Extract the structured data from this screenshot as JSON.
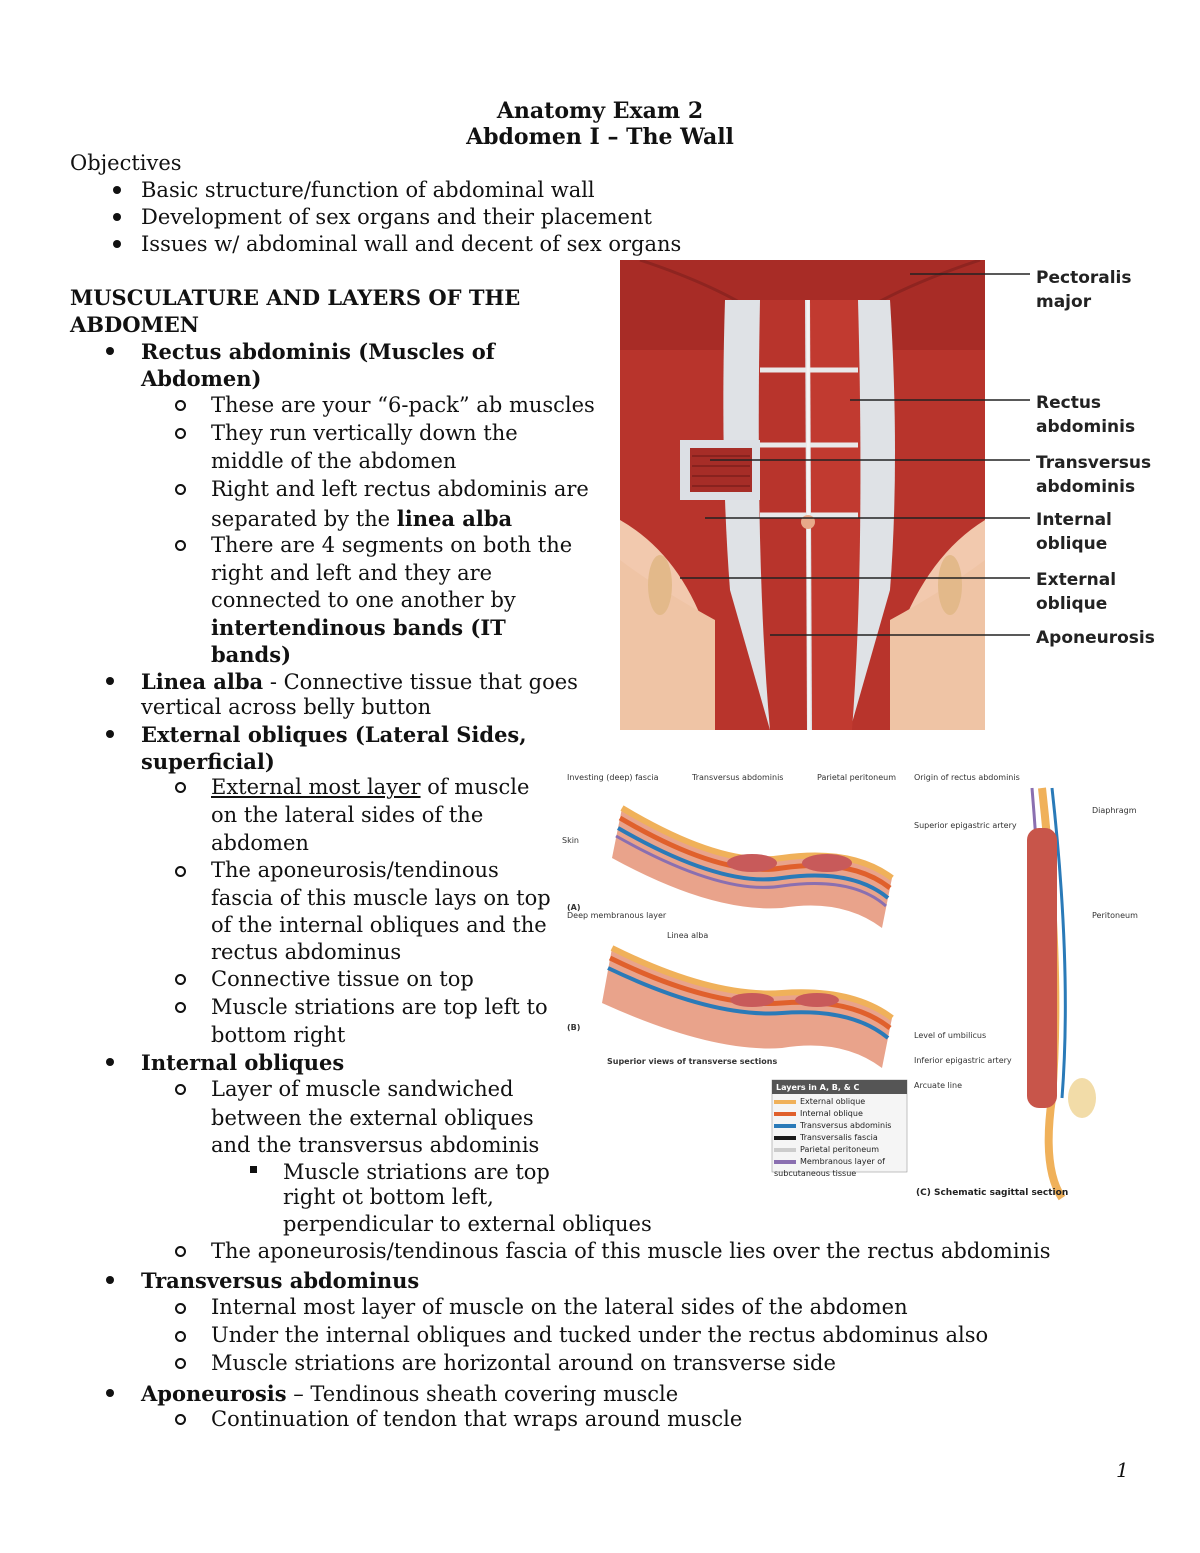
{
  "title": "Anatomy Exam 2",
  "subtitle": "Abdomen I – The Wall",
  "objectives": {
    "heading": "Objectives",
    "items": [
      "Basic structure/function of abdominal wall",
      "Development of sex organs and their placement",
      "Issues w/ abdominal wall and decent of sex organs"
    ]
  },
  "section": {
    "heading_line1": "MUSCULATURE AND LAYERS OF THE",
    "heading_line2": "ABDOMEN"
  },
  "rectus": {
    "title_l1": "Rectus abdominis (Muscles of",
    "title_l2": "Abdomen)",
    "s1": "These are your “6-pack” ab muscles",
    "s2_l1": "They run vertically down the",
    "s2_l2": "middle of the abdomen",
    "s3_l1": "Right and left rectus abdominis are",
    "s3_l2": "separated by the ",
    "s3_l2_bold": "linea alba",
    "s4_l1": "There are 4 segments on both the",
    "s4_l2": "right and left and they are",
    "s4_l3": "connected to one another by",
    "s4_l4": "intertendinous bands (IT",
    "s4_l5": "bands)"
  },
  "linea": {
    "title": "Linea alba",
    "text_l1": " - Connective tissue that goes",
    "text_l2": "vertical across belly button"
  },
  "external": {
    "title_l1": "External obliques (Lateral Sides,",
    "title_l2": "superficial)",
    "s1_u": "External most layer",
    "s1_rest": " of muscle",
    "s1_l2": "on the lateral sides of the",
    "s1_l3": "abdomen",
    "s2_l1": "The aponeurosis/tendinous",
    "s2_l2": "fascia of this muscle lays on top",
    "s2_l3": "of the internal obliques and the",
    "s2_l4": "rectus abdominus",
    "s3": "Connective tissue on top",
    "s4_l1": "Muscle striations are top left to",
    "s4_l2": "bottom right"
  },
  "internal": {
    "title": "Internal obliques",
    "s1_l1": "Layer of muscle sandwiched",
    "s1_l2": "between the external obliques",
    "s1_l3": "and the transversus abdominis",
    "ss1_l1": "Muscle striations are top",
    "ss1_l2": "right ot bottom left,",
    "ss1_l3": "perpendicular to external obliques",
    "s2": "The aponeurosis/tendinous fascia of this muscle lies over the rectus abdominis"
  },
  "transversus": {
    "title": "Transversus abdominus",
    "s1": "Internal most layer of muscle on the lateral sides of the abdomen",
    "s2": "Under the internal obliques and tucked under the rectus abdominus also",
    "s3": "Muscle striations are horizontal around on transverse side"
  },
  "aponeurosis": {
    "title": "Aponeurosis",
    "text": " – Tendinous sheath covering muscle",
    "s1": "Continuation of tendon that wraps around muscle"
  },
  "figure1": {
    "labels": [
      {
        "l1": "Pectoralis",
        "l2": "major"
      },
      {
        "l1": "Rectus",
        "l2": "abdominis"
      },
      {
        "l1": "Transversus",
        "l2": "abdominis"
      },
      {
        "l1": "Internal",
        "l2": "oblique"
      },
      {
        "l1": "External",
        "l2": "oblique"
      },
      {
        "l1": "Aponeurosis",
        "l2": ""
      }
    ]
  },
  "figure2": {
    "caption_ab": "Superior views of transverse sections",
    "caption_c": "(C) Schematic sagittal section",
    "panel_a": "(A)",
    "panel_b": "(B)",
    "legend_title": "Layers in A, B, & C",
    "legend": [
      {
        "label": "External oblique",
        "color": "#f0b15a"
      },
      {
        "label": "Internal oblique",
        "color": "#e0602c"
      },
      {
        "label": "Transversus abdominis",
        "color": "#2a7ab8"
      },
      {
        "label": "Transversalis fascia",
        "color": "#1a1a1a"
      },
      {
        "label": "Parietal peritoneum",
        "color": "#e8e8e8"
      },
      {
        "label": "Membranous layer of subcutaneous tissue",
        "color": "#8a6fb0"
      }
    ]
  },
  "page_number": "1",
  "colors": {
    "muscle": "#b8342c",
    "muscle_dark": "#8e2420",
    "fascia": "#d9dde2",
    "skin": "#eebc9d"
  }
}
